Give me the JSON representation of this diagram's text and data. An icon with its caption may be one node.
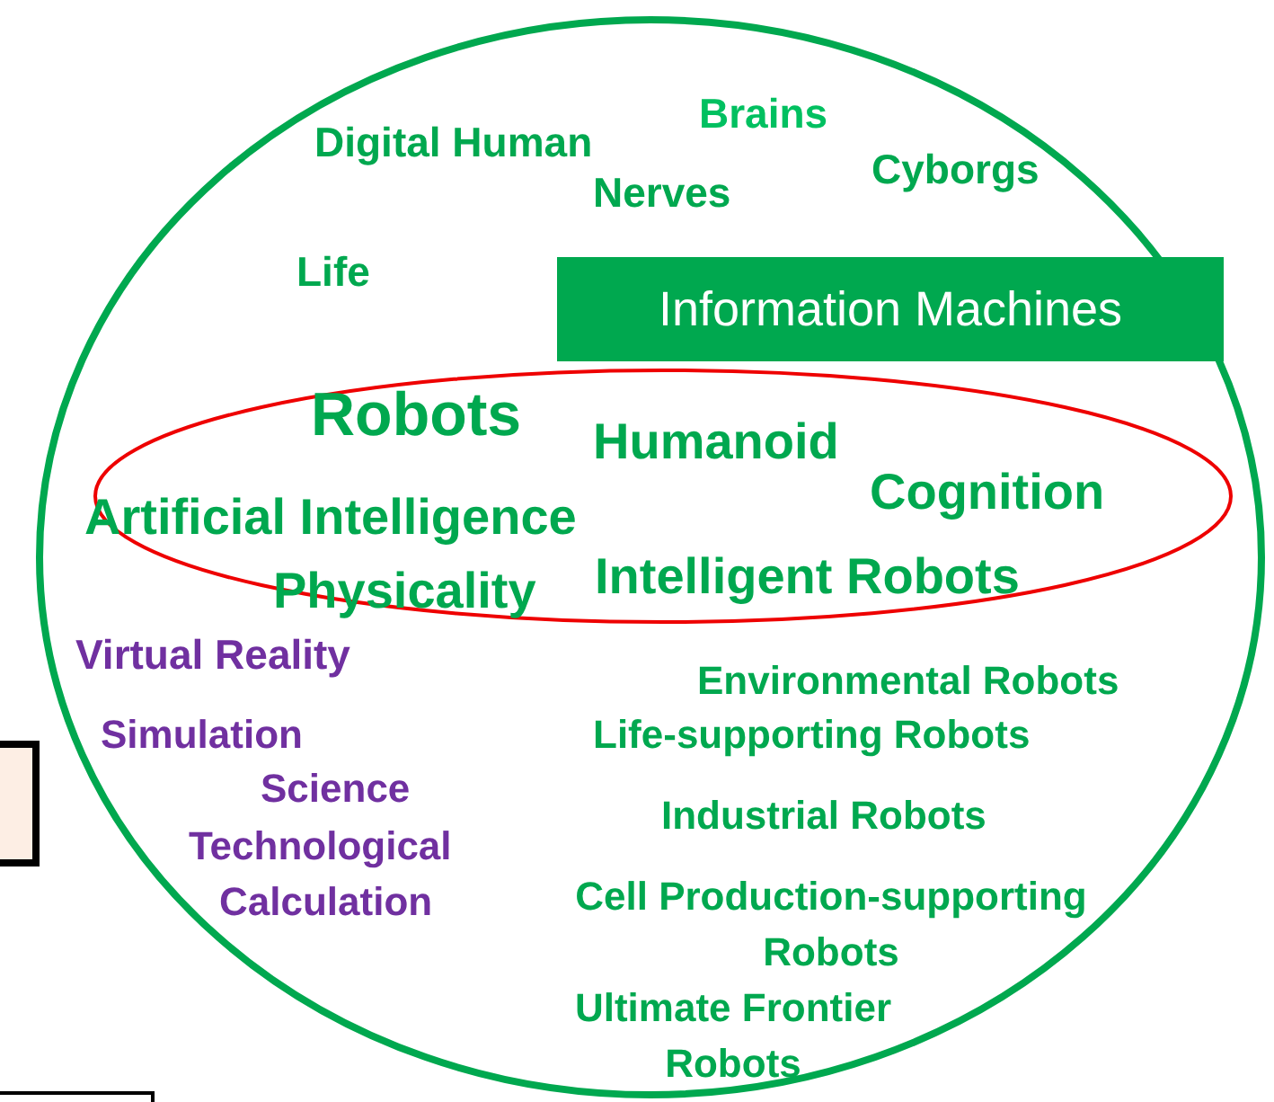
{
  "diagram": {
    "nodes": [
      {
        "text": [
          "Information Machines"
        ]
      }
    ],
    "edges": [],
    "labels": [
      "Brains",
      "Digital Human",
      "Cyborgs",
      "Nerves",
      "Life",
      "Robots",
      "Humanoid",
      "Cognition",
      "Artificial Intelligence",
      "Physicality",
      "Intelligent Robots",
      "Virtual Reality",
      "Environmental Robots",
      "Simulation",
      "Life-supporting Robots",
      "Science",
      "Industrial Robots",
      "Technological",
      "Calculation",
      "Cell Production-supporting Robots",
      "Ultimate Frontier Robots"
    ]
  }
}
